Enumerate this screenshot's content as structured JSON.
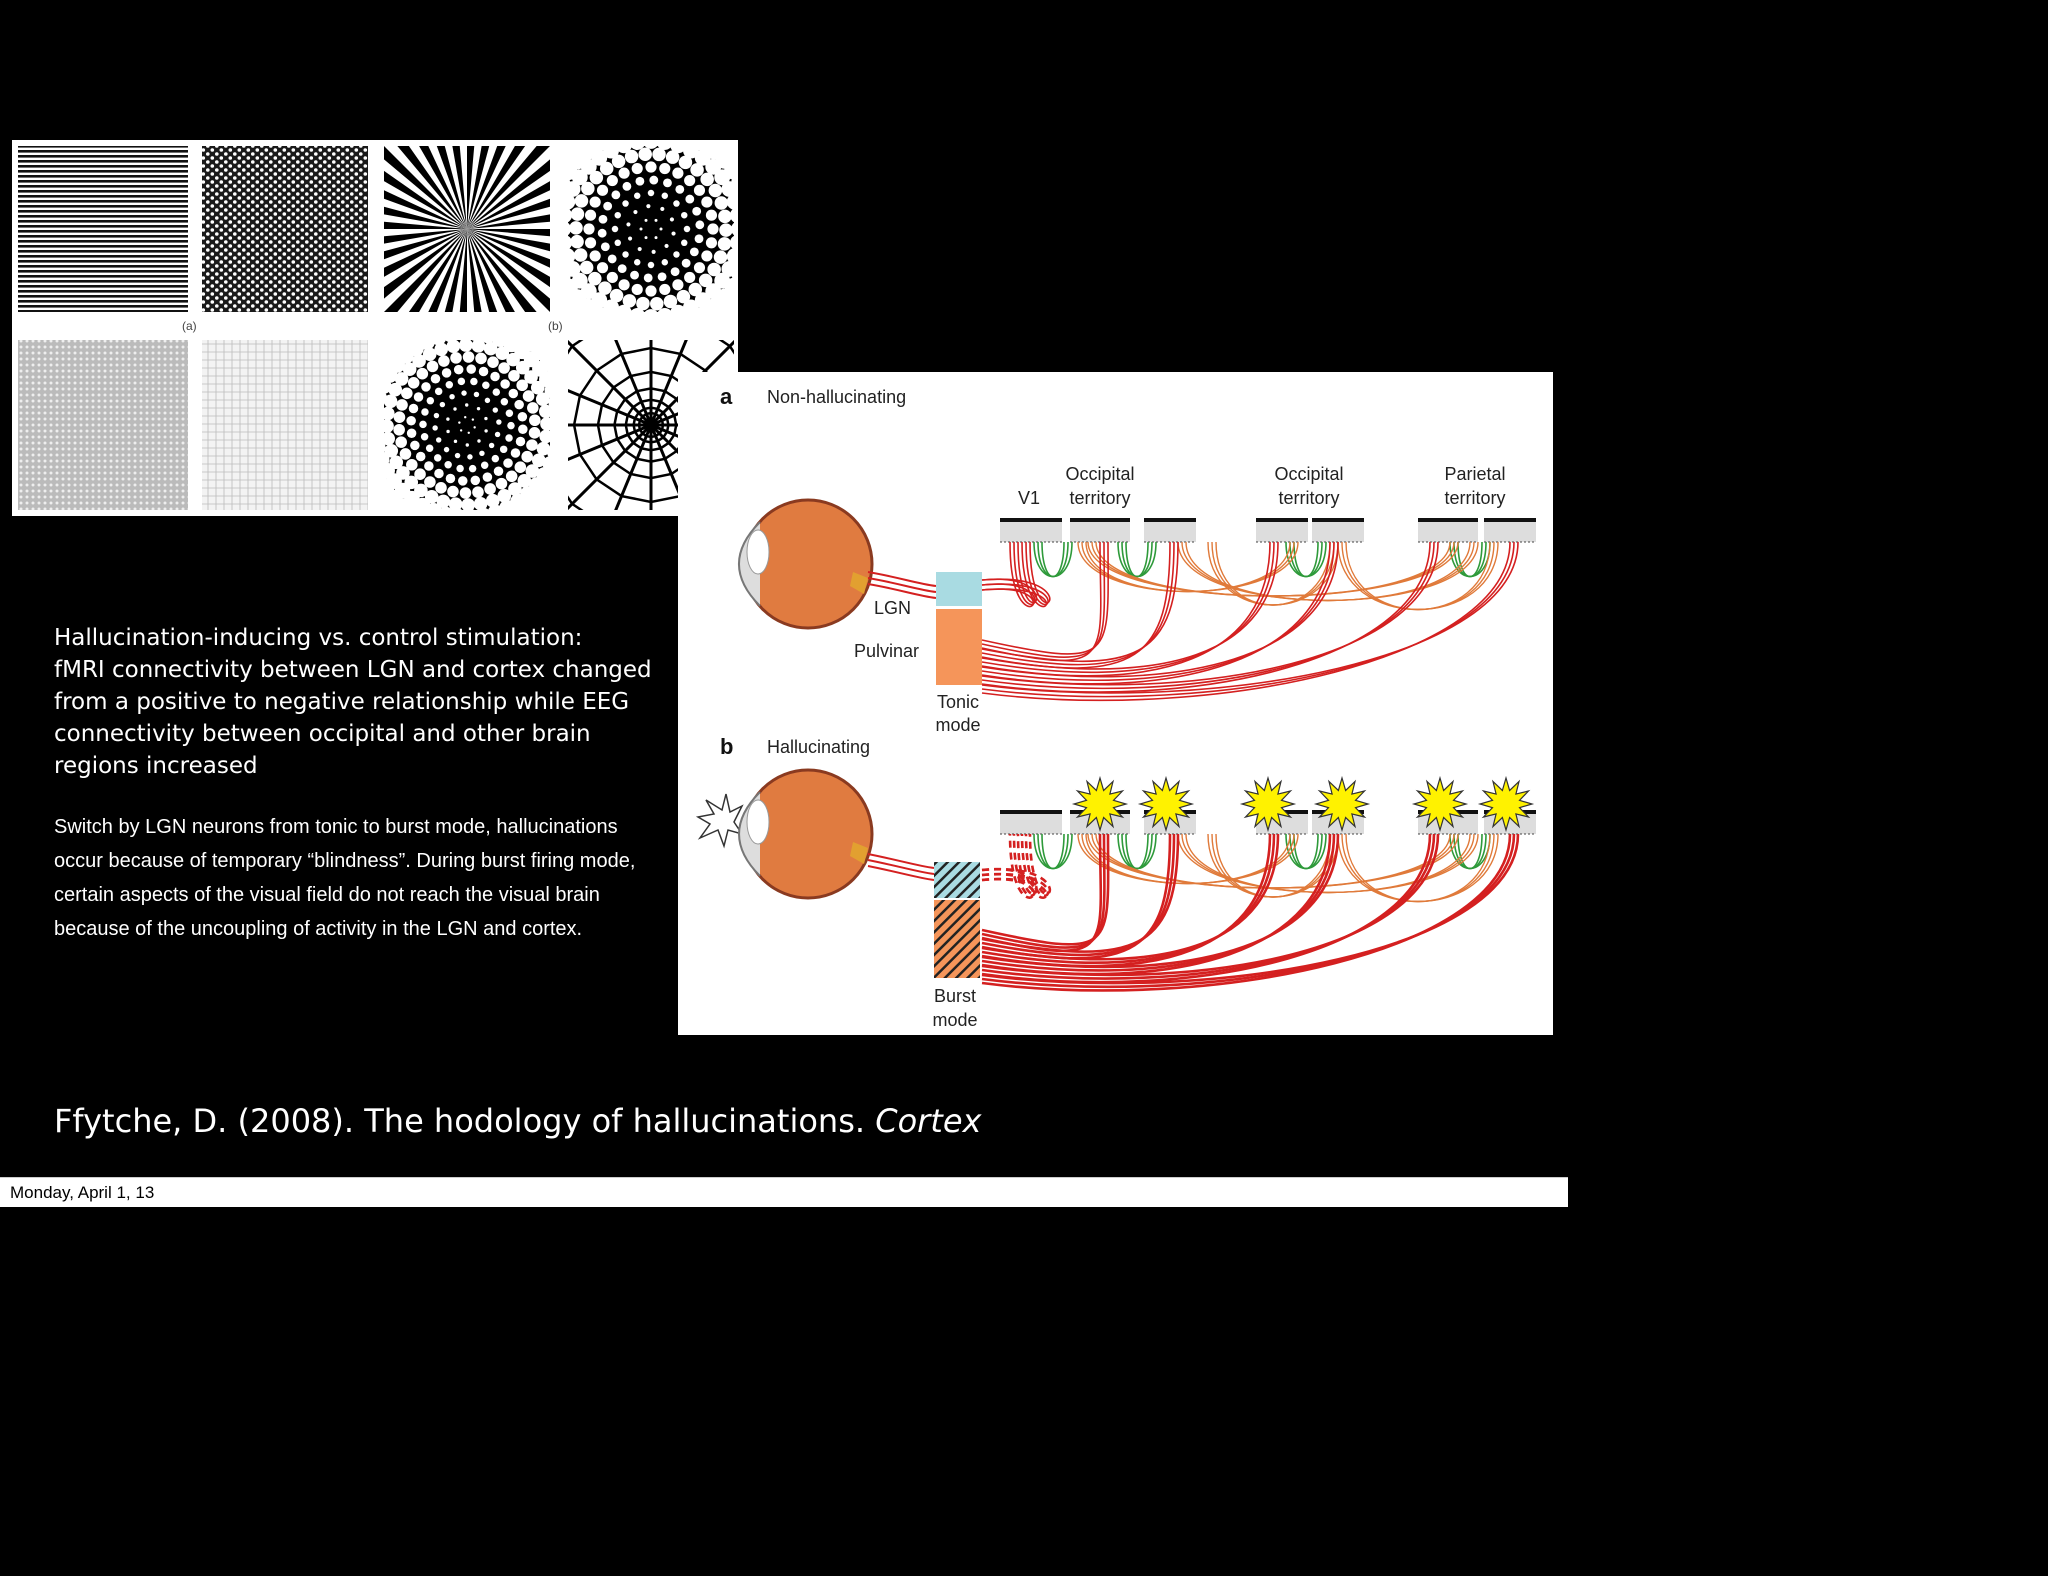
{
  "patterns": {
    "label_a": "(a)",
    "label_b": "(b)"
  },
  "diagram": {
    "panel_a_letter": "a",
    "panel_a_title": "Non-hallucinating",
    "panel_b_letter": "b",
    "panel_b_title": "Hallucinating",
    "v1": "V1",
    "occ1_l1": "Occipital",
    "occ1_l2": "territory",
    "occ2_l1": "Occipital",
    "occ2_l2": "territory",
    "par_l1": "Parietal",
    "par_l2": "territory",
    "lgn": "LGN",
    "pulvinar": "Pulvinar",
    "tonic_l1": "Tonic",
    "tonic_l2": "mode",
    "burst_l1": "Burst",
    "burst_l2": "mode"
  },
  "text": {
    "main_line1": "Hallucination-inducing vs. control stimulation:",
    "main_line2": "fMRI connectivity between LGN and cortex changed",
    "main_line3": "from a positive to negative relationship while EEG",
    "main_line4": "connectivity between occipital and other brain",
    "main_line5": "regions increased",
    "detail": "Switch by LGN neurons from tonic to burst mode, hallucinations occur because of temporary “blindness”. During burst firing mode, certain aspects of the visual field do not reach the visual brain because of the uncoupling of activity in the LGN and cortex."
  },
  "citation": {
    "text": "Ffytche, D. (2008). The hodology of hallucinations. ",
    "journal": "Cortex"
  },
  "footer": {
    "date": "Monday, April 1, 13"
  },
  "colors": {
    "background": "#000000",
    "pathway_red": "#d42020",
    "pathway_orange": "#e07a3a",
    "local_green": "#2e9a3a",
    "lgn_blue": "#a9dbe2",
    "pulvinar_orange": "#f5955a",
    "eyeball": "#e07b40",
    "flash_yellow": "#fff200"
  }
}
